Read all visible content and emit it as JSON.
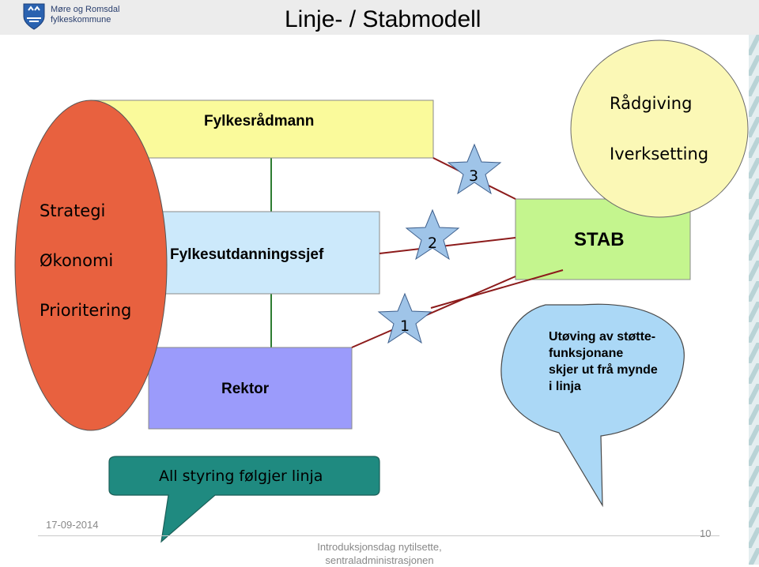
{
  "header": {
    "logo_line1": "Møre og Romsdal",
    "logo_line2": "fylkeskommune",
    "title": "Linje- / Stabmodell"
  },
  "diagram": {
    "oval_items": [
      "Strategi",
      "Økonomi",
      "Prioritering"
    ],
    "box_fylkesradmann": "Fylkesrådmann",
    "box_fylkesutdanningssjef": "Fylkesutdanningssjef",
    "box_rektor": "Rektor",
    "box_stab": "STAB",
    "circle_items": [
      "Rådgiving",
      "Iverksetting"
    ],
    "stars": [
      "1",
      "2",
      "3"
    ],
    "bubble_text": [
      "Utøving av støtte-",
      "funksjonane",
      "skjer ut frå mynde",
      "i linja"
    ],
    "callout_text": "All styring følgjer linja"
  },
  "colors": {
    "oval": "#e8613f",
    "yellow_box": "#fafa9b",
    "lightblue_box": "#cce9fb",
    "purple_box": "#9b9bfb",
    "green_box": "#c4f58e",
    "circle": "#fbf8b6",
    "bubble": "#abd8f6",
    "callout": "#1f8a80",
    "connector": "#8c1b1b",
    "green_line": "#2e7d32"
  },
  "footer": {
    "date": "17-09-2014",
    "center_line1": "Introduksjonsdag nytilsette,",
    "center_line2": "sentraladministrasjonen",
    "page_number": "10"
  }
}
